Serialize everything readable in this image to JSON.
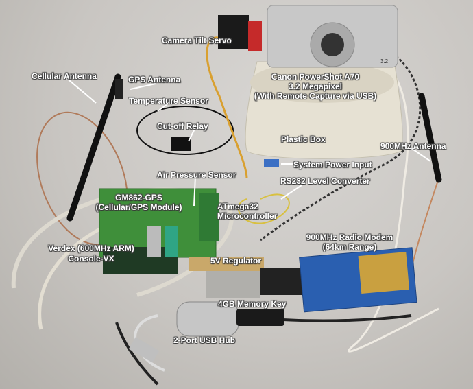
{
  "labels": {
    "camera_tilt_servo": "Camera Tilt Servo",
    "cellular_antenna": "Cellular Antenna",
    "gps_antenna": "GPS Antenna",
    "temperature_sensor": "Temperature Sensor",
    "cutoff_relay": "Cut-off Relay",
    "camera_line1": "Canon PowerShot A70",
    "camera_line2": "3.2 Megapixel",
    "camera_line3": "(With Remote Capture via USB)",
    "plastic_box": "Plastic Box",
    "antenna_900": "900MHz Antenna",
    "system_power_input": "System Power Input",
    "air_pressure_sensor": "Air Pressure Sensor",
    "rs232_converter": "RS232 Level Converter",
    "gm862_line1": "GM862-GPS",
    "gm862_line2": "(Cellular/GPS Module)",
    "atmega_line1": "ATmega32",
    "atmega_line2": "Microcontroller",
    "modem_line1": "900MHz Radio Modem",
    "modem_line2": "(64km Range)",
    "verdex_line1": "Verdex (600MHz ARM)",
    "verdex_line2": "Console-VX",
    "regulator": "5V Regulator",
    "memory_key": "4GB Memory Key",
    "usb_hub": "2-Port USB Hub"
  },
  "camera_badge": "3.2"
}
